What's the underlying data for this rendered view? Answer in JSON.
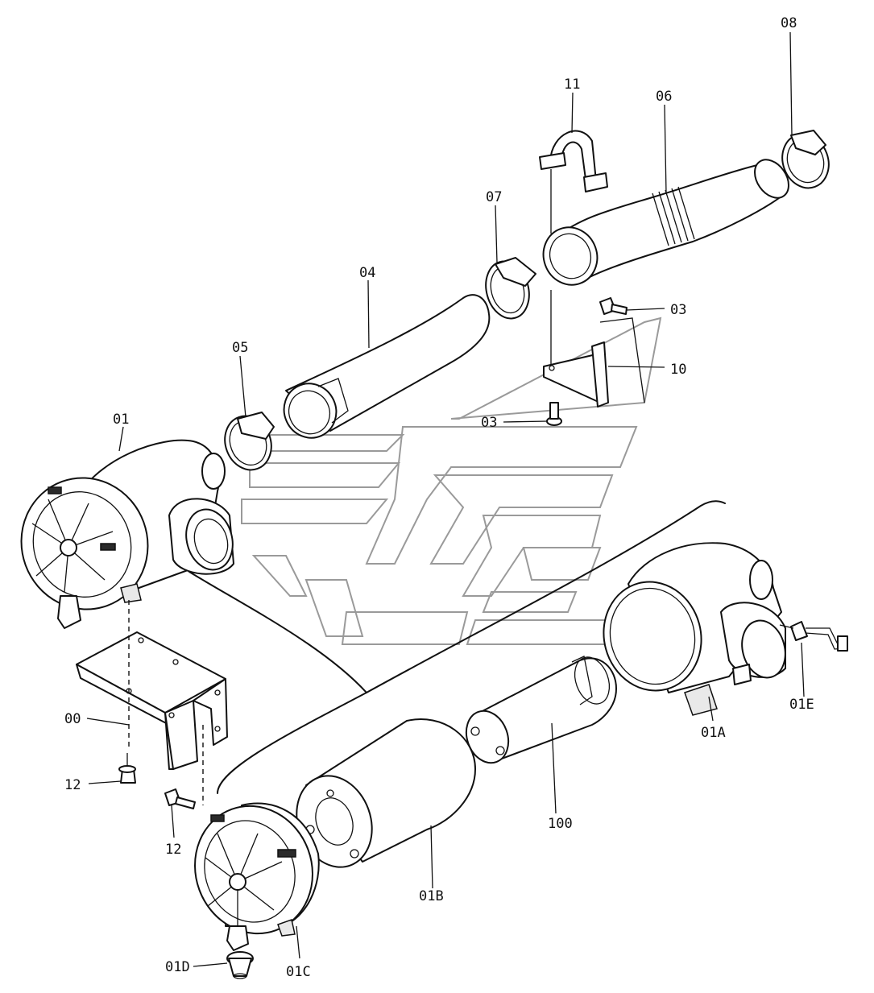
{
  "labels": {
    "p00": "00",
    "p01": "01",
    "p01A": "01A",
    "p01B": "01B",
    "p01C": "01C",
    "p01D": "01D",
    "p01E": "01E",
    "p03a": "03",
    "p03b": "03",
    "p04": "04",
    "p05": "05",
    "p06": "06",
    "p07": "07",
    "p08": "08",
    "p10": "10",
    "p11": "11",
    "p12a": "12",
    "p12b": "12",
    "p100": "100"
  },
  "colors": {
    "line": "#111111",
    "watermark": "#9a9a9a",
    "background": "#ffffff"
  }
}
